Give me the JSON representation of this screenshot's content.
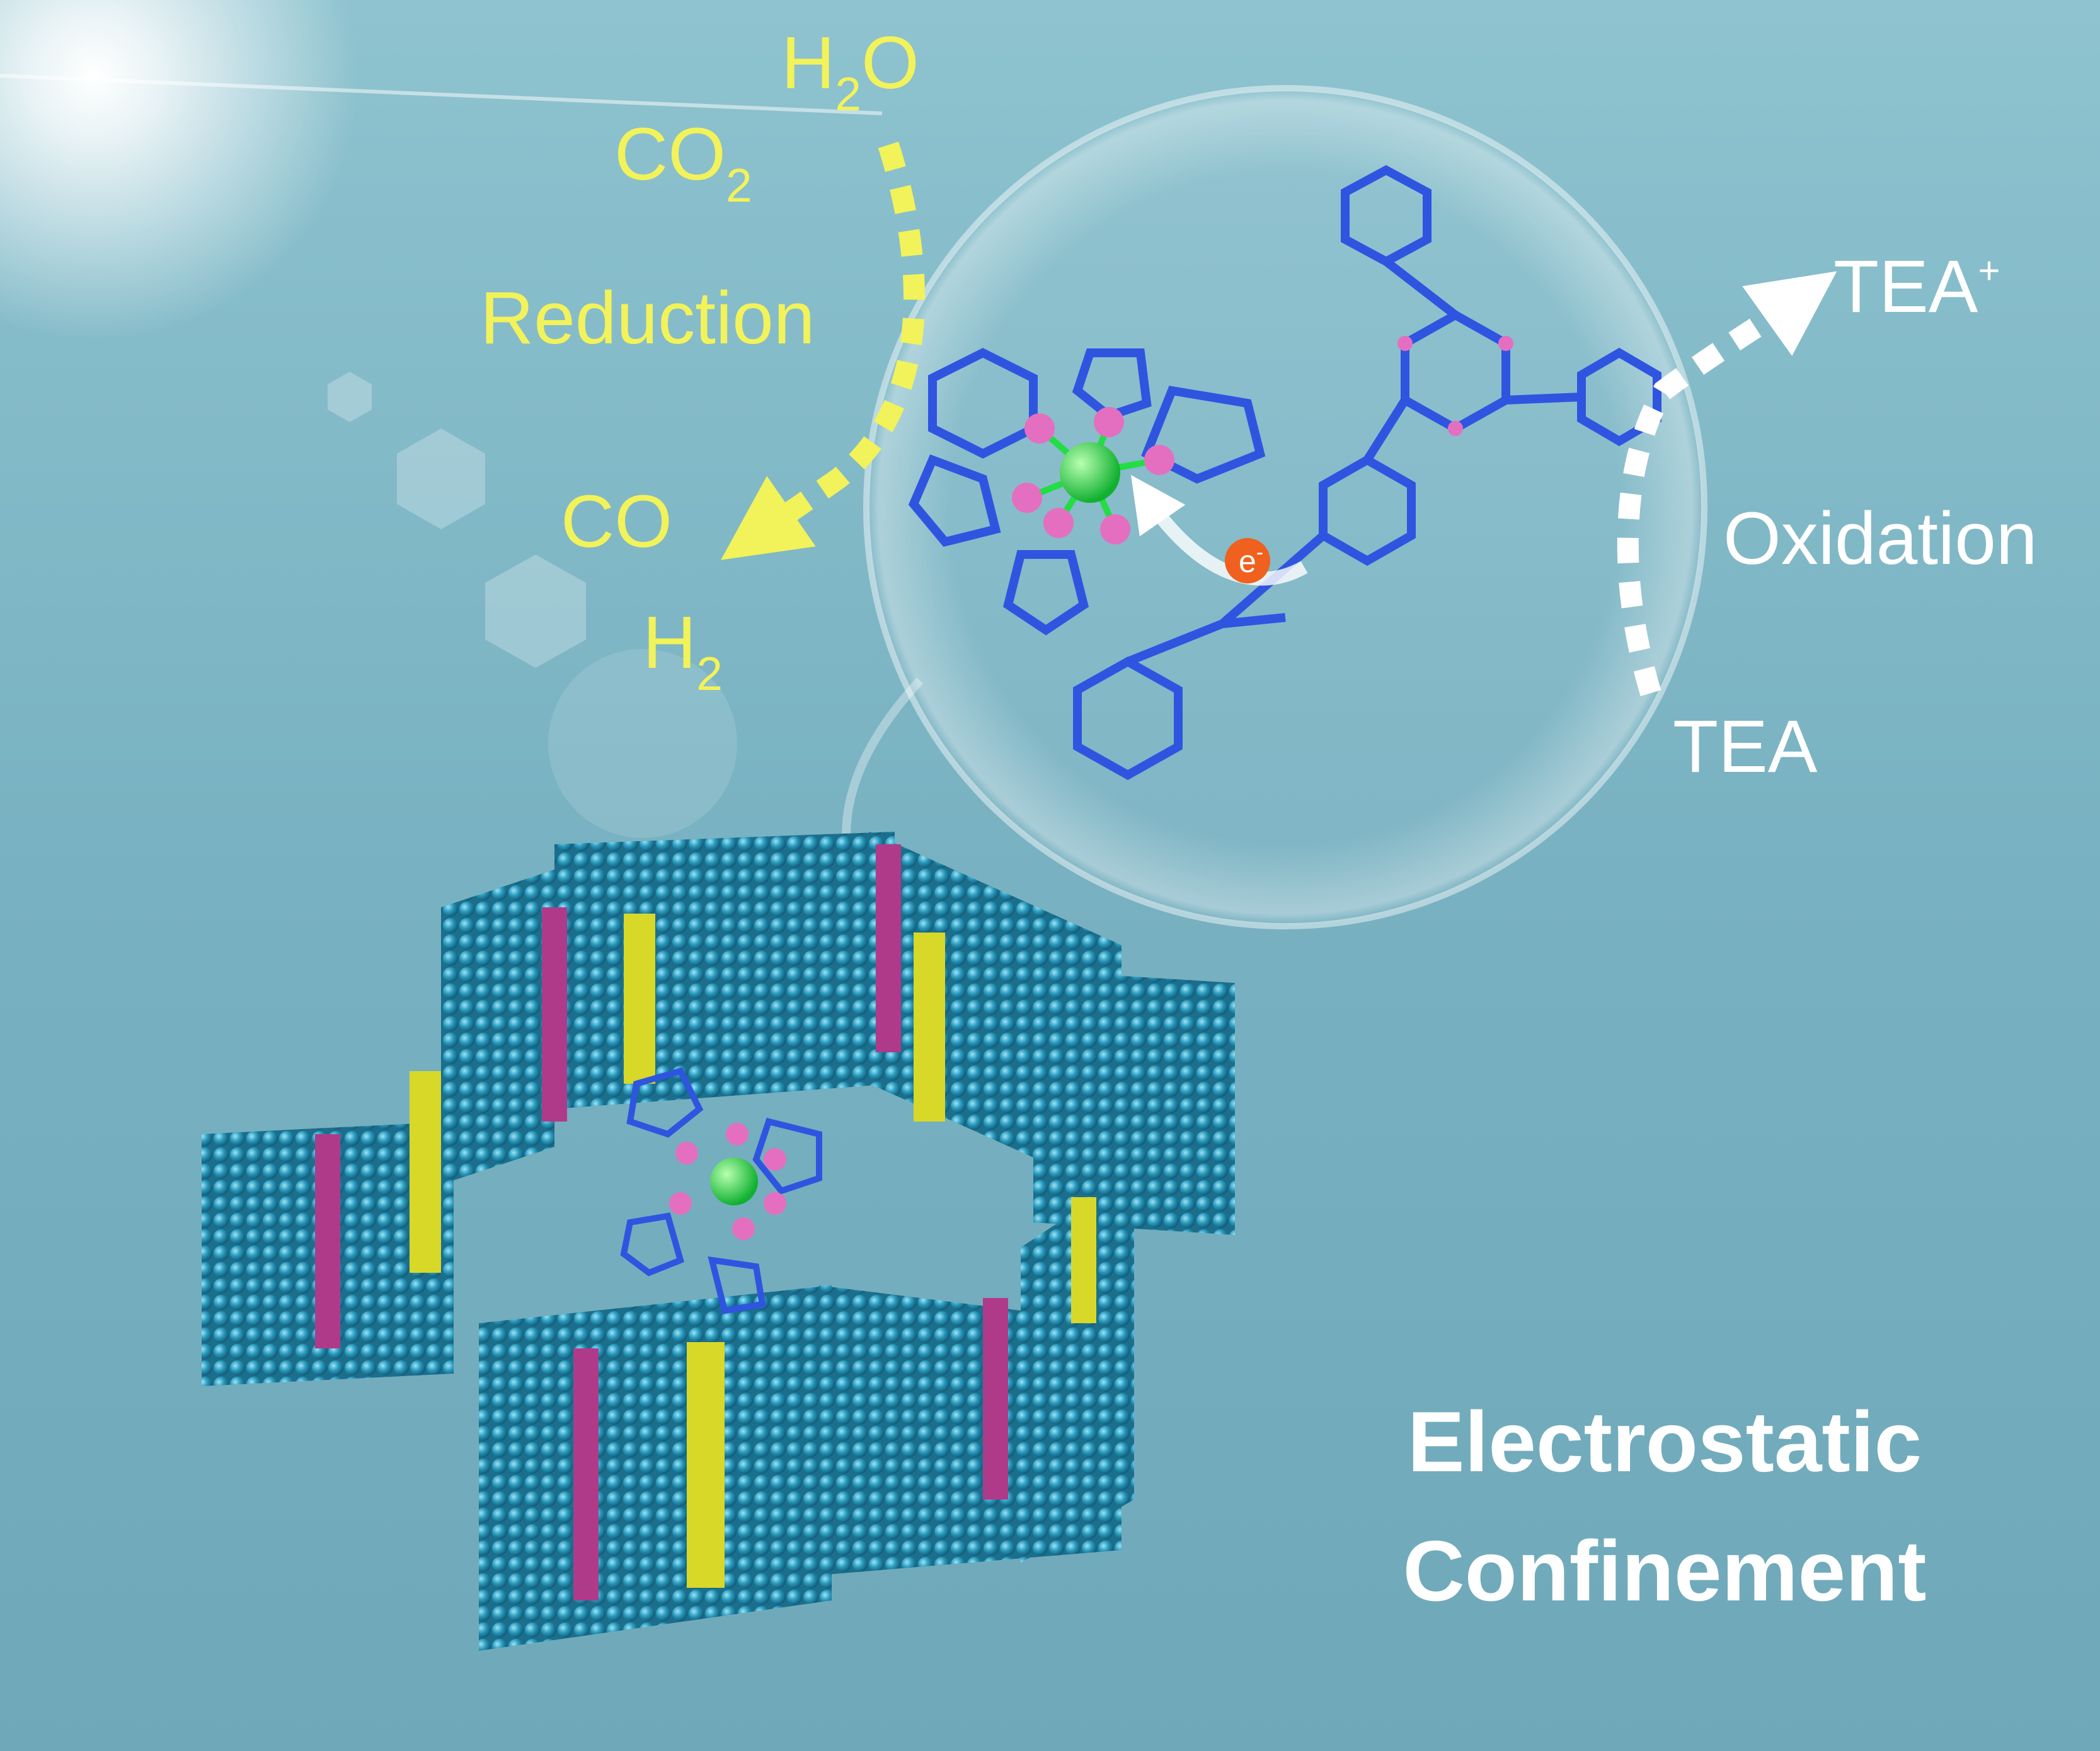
{
  "colors": {
    "background": "#7fb4c2",
    "reduction_text": "#f2f25a",
    "oxidation_text": "#ffffff",
    "molecule_blue": "#2f55e0",
    "nitrogen_pink": "#e46fc0",
    "metal_green": "#22dd44",
    "electron_orange": "#f0601e",
    "framework_teal": "#2a9cc0",
    "framework_yellow": "#d8d828",
    "framework_magenta": "#b03a8a"
  },
  "reduction": {
    "water": [
      "H",
      "2",
      "O"
    ],
    "co2": [
      "CO",
      "2"
    ],
    "label": "Reduction",
    "co": "CO",
    "h2": [
      "H",
      "2"
    ]
  },
  "oxidation": {
    "tea_plus": [
      "TEA",
      "+"
    ],
    "label": "Oxidation",
    "tea": "TEA"
  },
  "electron": [
    "e",
    "-"
  ],
  "title": {
    "line1": "Electrostatic",
    "line2": "Confinement"
  }
}
